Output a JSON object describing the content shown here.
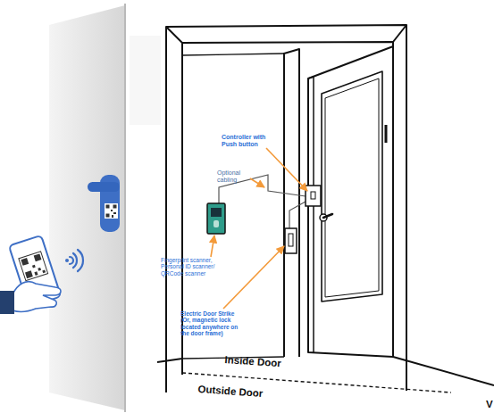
{
  "diagram": {
    "labels": [
      "Controller with Push button",
      "Optional cabling",
      "Fingerprint scanner, Personal iD scanner/ QRCode scanner",
      "Electric Door Strike (Or, magnetic lock located anywhere on the door frame)",
      "Inside Door",
      "Outside Door",
      "V"
    ]
  }
}
